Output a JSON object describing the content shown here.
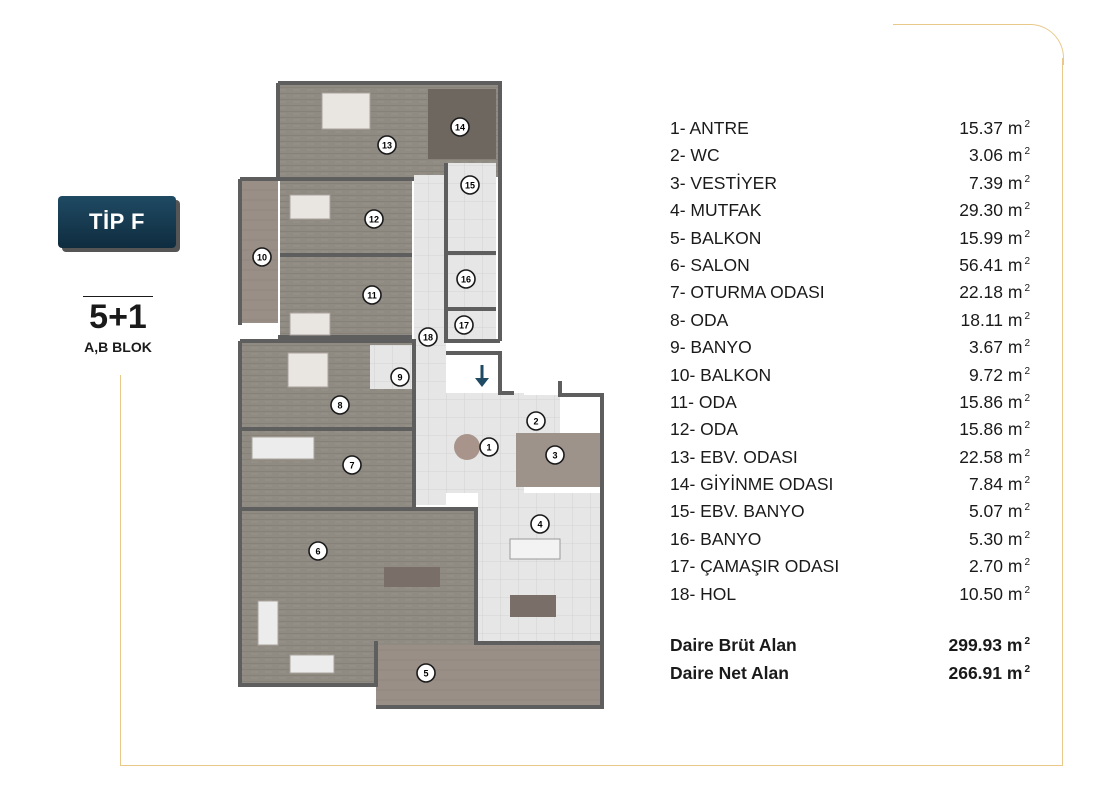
{
  "badge": {
    "tip": "TİP F"
  },
  "block": {
    "type": "5+1",
    "blocks": "A,B BLOK"
  },
  "rooms": [
    {
      "label": "1- ANTRE",
      "area": "15.37 m"
    },
    {
      "label": "2- WC",
      "area": "3.06 m"
    },
    {
      "label": "3- VESTİYER",
      "area": "7.39 m"
    },
    {
      "label": "4- MUTFAK",
      "area": "29.30 m"
    },
    {
      "label": "5- BALKON",
      "area": "15.99 m"
    },
    {
      "label": "6- SALON",
      "area": "56.41 m"
    },
    {
      "label": "7- OTURMA ODASI",
      "area": "22.18 m"
    },
    {
      "label": "8- ODA",
      "area": "18.11 m"
    },
    {
      "label": "9- BANYO",
      "area": "3.67 m"
    },
    {
      "label": "10- BALKON",
      "area": "9.72 m"
    },
    {
      "label": "11- ODA",
      "area": "15.86 m"
    },
    {
      "label": "12- ODA",
      "area": "15.86 m"
    },
    {
      "label": "13- EBV. ODASI",
      "area": "22.58 m"
    },
    {
      "label": "14- GİYİNME ODASI",
      "area": "7.84 m"
    },
    {
      "label": "15- EBV. BANYO",
      "area": "5.07 m"
    },
    {
      "label": "16- BANYO",
      "area": "5.30 m"
    },
    {
      "label": "17- ÇAMAŞIR ODASI",
      "area": "2.70 m"
    },
    {
      "label": "18- HOL",
      "area": "10.50 m"
    }
  ],
  "area_unit_sup": "2",
  "totals": {
    "gross_label": "Daire Brüt Alan",
    "gross_value": "299.93 m",
    "net_label": "Daire Net Alan",
    "net_value": "266.91 m"
  },
  "plan_markers": [
    "1",
    "2",
    "3",
    "4",
    "5",
    "6",
    "7",
    "8",
    "9",
    "10",
    "11",
    "12",
    "13",
    "14",
    "15",
    "16",
    "17",
    "18"
  ],
  "colors": {
    "badge": "#1f4a63",
    "frame": "#e8c98a",
    "wall": "#6b6b6b",
    "wood": "#8f8a82",
    "tile": "#e4e4e4",
    "accent": "#1f4a63"
  }
}
